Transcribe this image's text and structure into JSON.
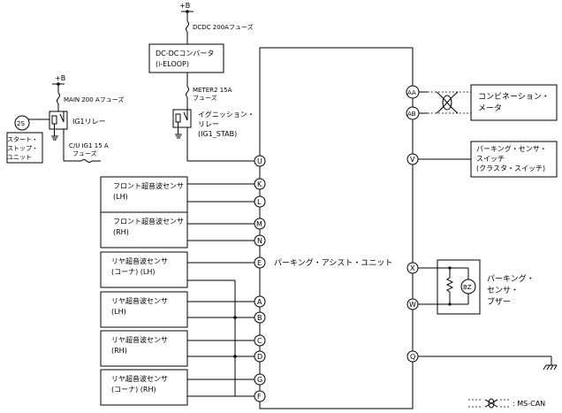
{
  "power": {
    "plus_b": "+B"
  },
  "fuses": {
    "dcdc": "DCDC 200Aフューズ",
    "main": "MAIN 200 Aフューズ",
    "meter2_l1": "METER2 15A",
    "meter2_l2": "フューズ",
    "cu_ig1_l1": "C/U IG1 15 A",
    "cu_ig1_l2": "フューズ"
  },
  "converter": {
    "line1": "DC-DCコンバータ",
    "line2": "(i-ELOOP)"
  },
  "relays": {
    "ig1": "IG1リレー",
    "ign_l1": "イグニッション・",
    "ign_l2": "リレー",
    "ign_l3": "(IG1_STAB)"
  },
  "start_stop": {
    "symbol": "2S",
    "line1": "スタート・",
    "line2": "ストップ・",
    "line3": "ユニット"
  },
  "unit": {
    "label": "パーキング・アシスト・ユニット"
  },
  "sensors": [
    {
      "line1": "フロント超音波センサ",
      "line2": "(LH)"
    },
    {
      "line1": "フロント超音波センサ",
      "line2": "(RH)"
    },
    {
      "line1": "リヤ超音波センサ",
      "line2": "(コーナ) (LH)"
    },
    {
      "line1": "リヤ超音波センサ",
      "line2": "(LH)"
    },
    {
      "line1": "リヤ超音波センサ",
      "line2": "(RH)"
    },
    {
      "line1": "リヤ超音波センサ",
      "line2": "(コーナ) (RH)"
    }
  ],
  "left_pins": [
    "U",
    "K",
    "L",
    "M",
    "N",
    "E",
    "A",
    "B",
    "C",
    "D",
    "G",
    "F"
  ],
  "right_pins": [
    "AA",
    "AB",
    "V",
    "X",
    "W",
    "Q"
  ],
  "combination_meter": {
    "line1": "コンビネーション・",
    "line2": "メータ"
  },
  "parking_switch": {
    "line1": "パーキング・センサ・",
    "line2": "スイッチ",
    "line3": "(クラスタ・スイッチ)"
  },
  "buzzer": {
    "symbol": "BZ",
    "line1": "パーキング・",
    "line2": "センサ・",
    "line3": "ブザー"
  },
  "legend": {
    "label": ": MS-CAN"
  }
}
